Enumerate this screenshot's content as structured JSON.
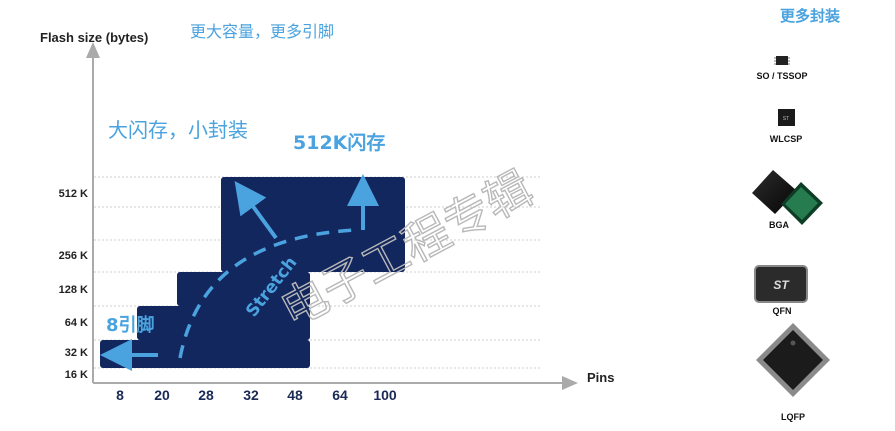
{
  "chart_data": {
    "type": "area",
    "ylabel": "Flash size (bytes)",
    "xlabel": "Pins",
    "y_ticks": [
      "16 K",
      "32 K",
      "64 K",
      "128 K",
      "256 K",
      "512 K"
    ],
    "x_ticks": [
      "8",
      "20",
      "28",
      "32",
      "48",
      "64",
      "100"
    ],
    "headline": "更大容量，更多引脚",
    "annotations": {
      "small_package": "大闪存，小封装",
      "flash_512k": "512K闪存",
      "pins_8": "8引脚",
      "stretch": "Stretch"
    },
    "regions": [
      {
        "x_from": "8",
        "x_to": "48",
        "y_from": "16 K",
        "y_to": "32 K"
      },
      {
        "x_from": "20",
        "x_to": "48",
        "y_from": "32 K",
        "y_to": "64 K"
      },
      {
        "x_from": "28",
        "x_to": "48",
        "y_from": "64 K",
        "y_to": "128 K"
      },
      {
        "x_from": "32",
        "x_to": "100",
        "y_from": "128 K",
        "y_to": "512 K"
      }
    ],
    "colors": {
      "region": "#13275f",
      "accent": "#4aa3df",
      "text_accent": "#4aa3df"
    },
    "grid": true
  },
  "packages": {
    "title": "更多封装",
    "items": [
      "SO / TSSOP",
      "WLCSP",
      "BGA",
      "QFN",
      "LQFP"
    ]
  },
  "watermark": "电子工程专辑"
}
